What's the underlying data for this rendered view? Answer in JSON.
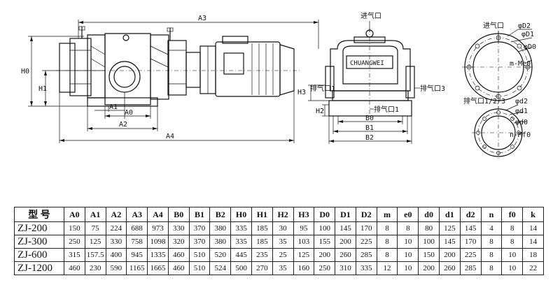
{
  "labels": {
    "A0": "A0",
    "A1": "A1",
    "A2": "A2",
    "A3": "A3",
    "A4": "A4",
    "B0": "B0",
    "B1": "B1",
    "B2": "B2",
    "H0": "H0",
    "H1": "H1",
    "H2": "H2",
    "H3": "H3",
    "inlet": "进气口",
    "exhaust3": "排气口3",
    "exhaust_h3": "排气口1",
    "exhaust1": "排气口1",
    "brand": "CHUANGWEI",
    "inlet_flange": "进气口",
    "exhaust_flange": "排气口1/2/3",
    "D2": "φD2",
    "D1": "φD1",
    "D0": "φD0",
    "mMe0": "m-Me0",
    "d2": "φd2",
    "d1": "φd1",
    "d0": "φd0",
    "nMf0": "n-Mf0"
  },
  "table": {
    "headers": [
      "型 号",
      "A0",
      "A1",
      "A2",
      "A3",
      "A4",
      "B0",
      "B1",
      "B2",
      "H0",
      "H1",
      "H2",
      "H3",
      "D0",
      "D1",
      "D2",
      "m",
      "e0",
      "d0",
      "d1",
      "d2",
      "n",
      "f0",
      "k"
    ],
    "rows": [
      [
        "ZJ-200",
        "150",
        "75",
        "224",
        "688",
        "973",
        "330",
        "370",
        "380",
        "335",
        "185",
        "30",
        "95",
        "100",
        "145",
        "170",
        "8",
        "8",
        "80",
        "125",
        "145",
        "4",
        "8",
        "14"
      ],
      [
        "ZJ-300",
        "250",
        "125",
        "330",
        "758",
        "1098",
        "320",
        "370",
        "380",
        "335",
        "185",
        "35",
        "103",
        "155",
        "200",
        "225",
        "8",
        "10",
        "100",
        "145",
        "170",
        "8",
        "8",
        "14"
      ],
      [
        "ZJ-600",
        "315",
        "157.5",
        "400",
        "945",
        "1335",
        "460",
        "510",
        "520",
        "445",
        "235",
        "25",
        "125",
        "200",
        "260",
        "285",
        "8",
        "10",
        "150",
        "200",
        "225",
        "8",
        "10",
        "18"
      ],
      [
        "ZJ-1200",
        "460",
        "230",
        "590",
        "1165",
        "1665",
        "460",
        "510",
        "524",
        "500",
        "270",
        "35",
        "160",
        "250",
        "310",
        "335",
        "12",
        "10",
        "200",
        "260",
        "285",
        "8",
        "10",
        "22"
      ]
    ]
  }
}
